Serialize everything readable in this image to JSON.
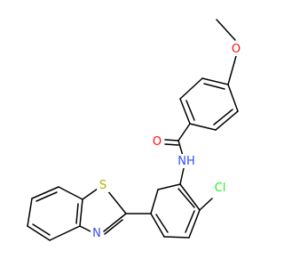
{
  "molecule": {
    "colors": {
      "bond": "#000000",
      "O": "#ff0d0d",
      "N": "#3050f8",
      "S": "#b2b200",
      "Cl": "#1ff01f",
      "NH": "#3050f8"
    },
    "atom_labels": [
      {
        "id": "methoxy-oxygen",
        "text": "O",
        "element": "O"
      },
      {
        "id": "carbonyl-oxygen",
        "text": "O",
        "element": "O"
      },
      {
        "id": "amide-nh",
        "text": "N",
        "element": "N",
        "suffix": "H"
      },
      {
        "id": "chlorine",
        "text": "Cl",
        "element": "Cl"
      },
      {
        "id": "thiazole-sulfur",
        "text": "S",
        "element": "S"
      },
      {
        "id": "thiazole-nitrogen",
        "text": "N",
        "element": "N"
      }
    ]
  }
}
